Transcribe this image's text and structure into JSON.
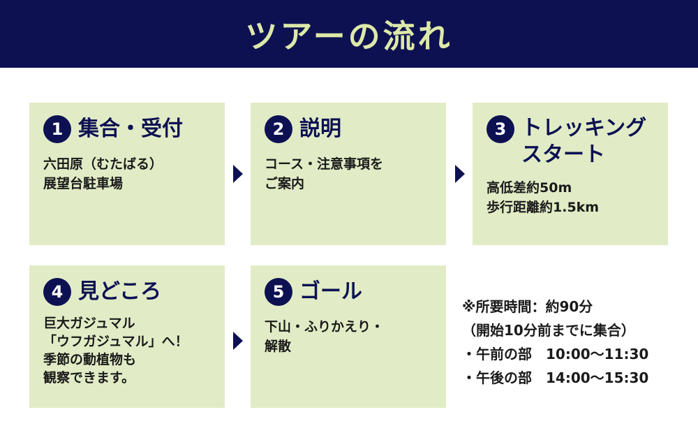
{
  "header": {
    "title": "ツアーの流れ"
  },
  "steps": [
    {
      "number": "1",
      "title": "集合・受付",
      "body": "六田原（むたばる）\n展望台駐車場"
    },
    {
      "number": "2",
      "title": "説明",
      "body": "コース・注意事項を\nご案内"
    },
    {
      "number": "3",
      "title": "トレッキング\nスタート",
      "body": "高低差約50m\n歩行距離約1.5km"
    },
    {
      "number": "4",
      "title": "見どころ",
      "body": "巨大ガジュマル\n「ウフガジュマル」へ！\n季節の動植物も\n観察できます。"
    },
    {
      "number": "5",
      "title": "ゴール",
      "body": "下山・ふりかえり・\n解散"
    }
  ],
  "info": {
    "duration": "※所要時間：約90分",
    "note": "（開始10分前までに集合）",
    "morning": "・午前の部　10:00～11:30",
    "afternoon": "・午後の部　14:00～15:30"
  },
  "colors": {
    "navy": "#0d1152",
    "card": "#e1ecc6",
    "title_text": "#dde9a8"
  }
}
